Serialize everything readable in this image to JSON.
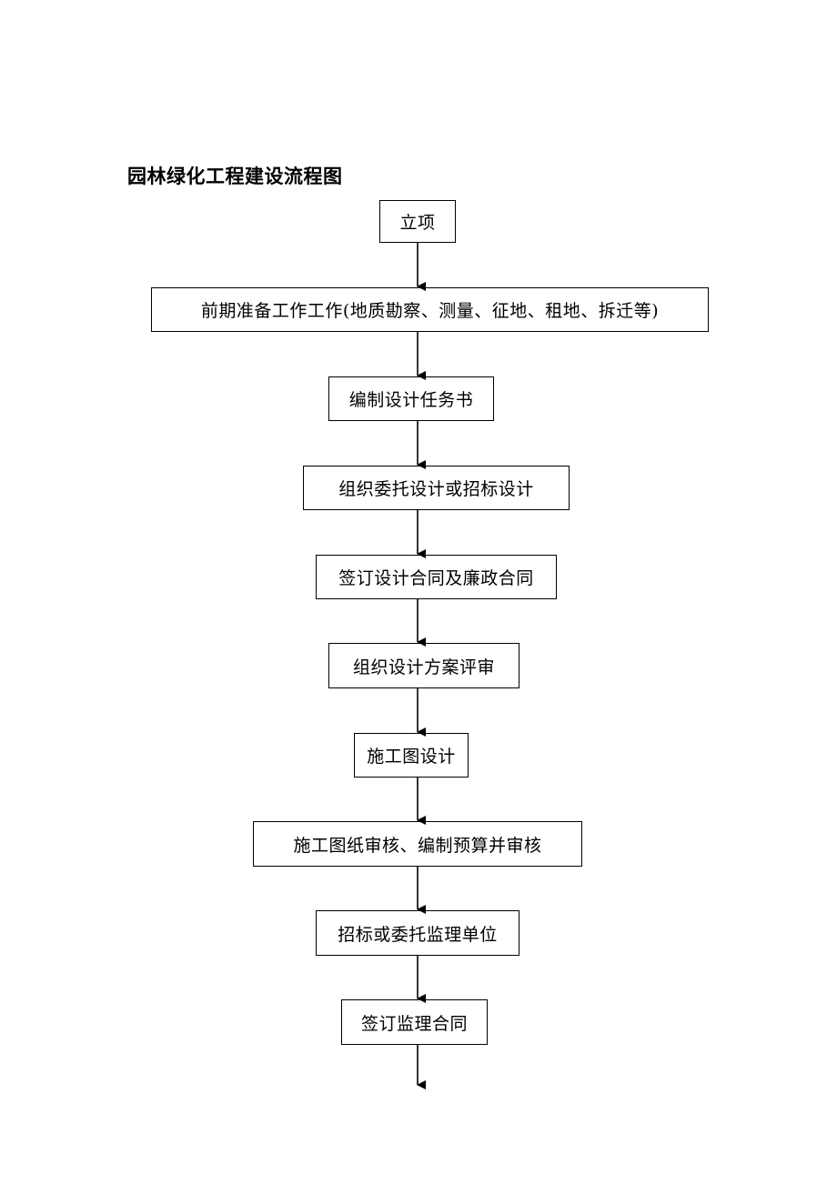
{
  "title": "园林绿化工程建设流程图",
  "steps": [
    "立项",
    "前期准备工作工作(地质勘察、测量、征地、租地、拆迁等)",
    "编制设计任务书",
    "组织委托设计或招标设计",
    "签订设计合同及廉政合同",
    "组织设计方案评审",
    "施工图设计",
    "施工图纸审核、编制预算并审核",
    "招标或委托监理单位",
    "签订监理合同"
  ]
}
